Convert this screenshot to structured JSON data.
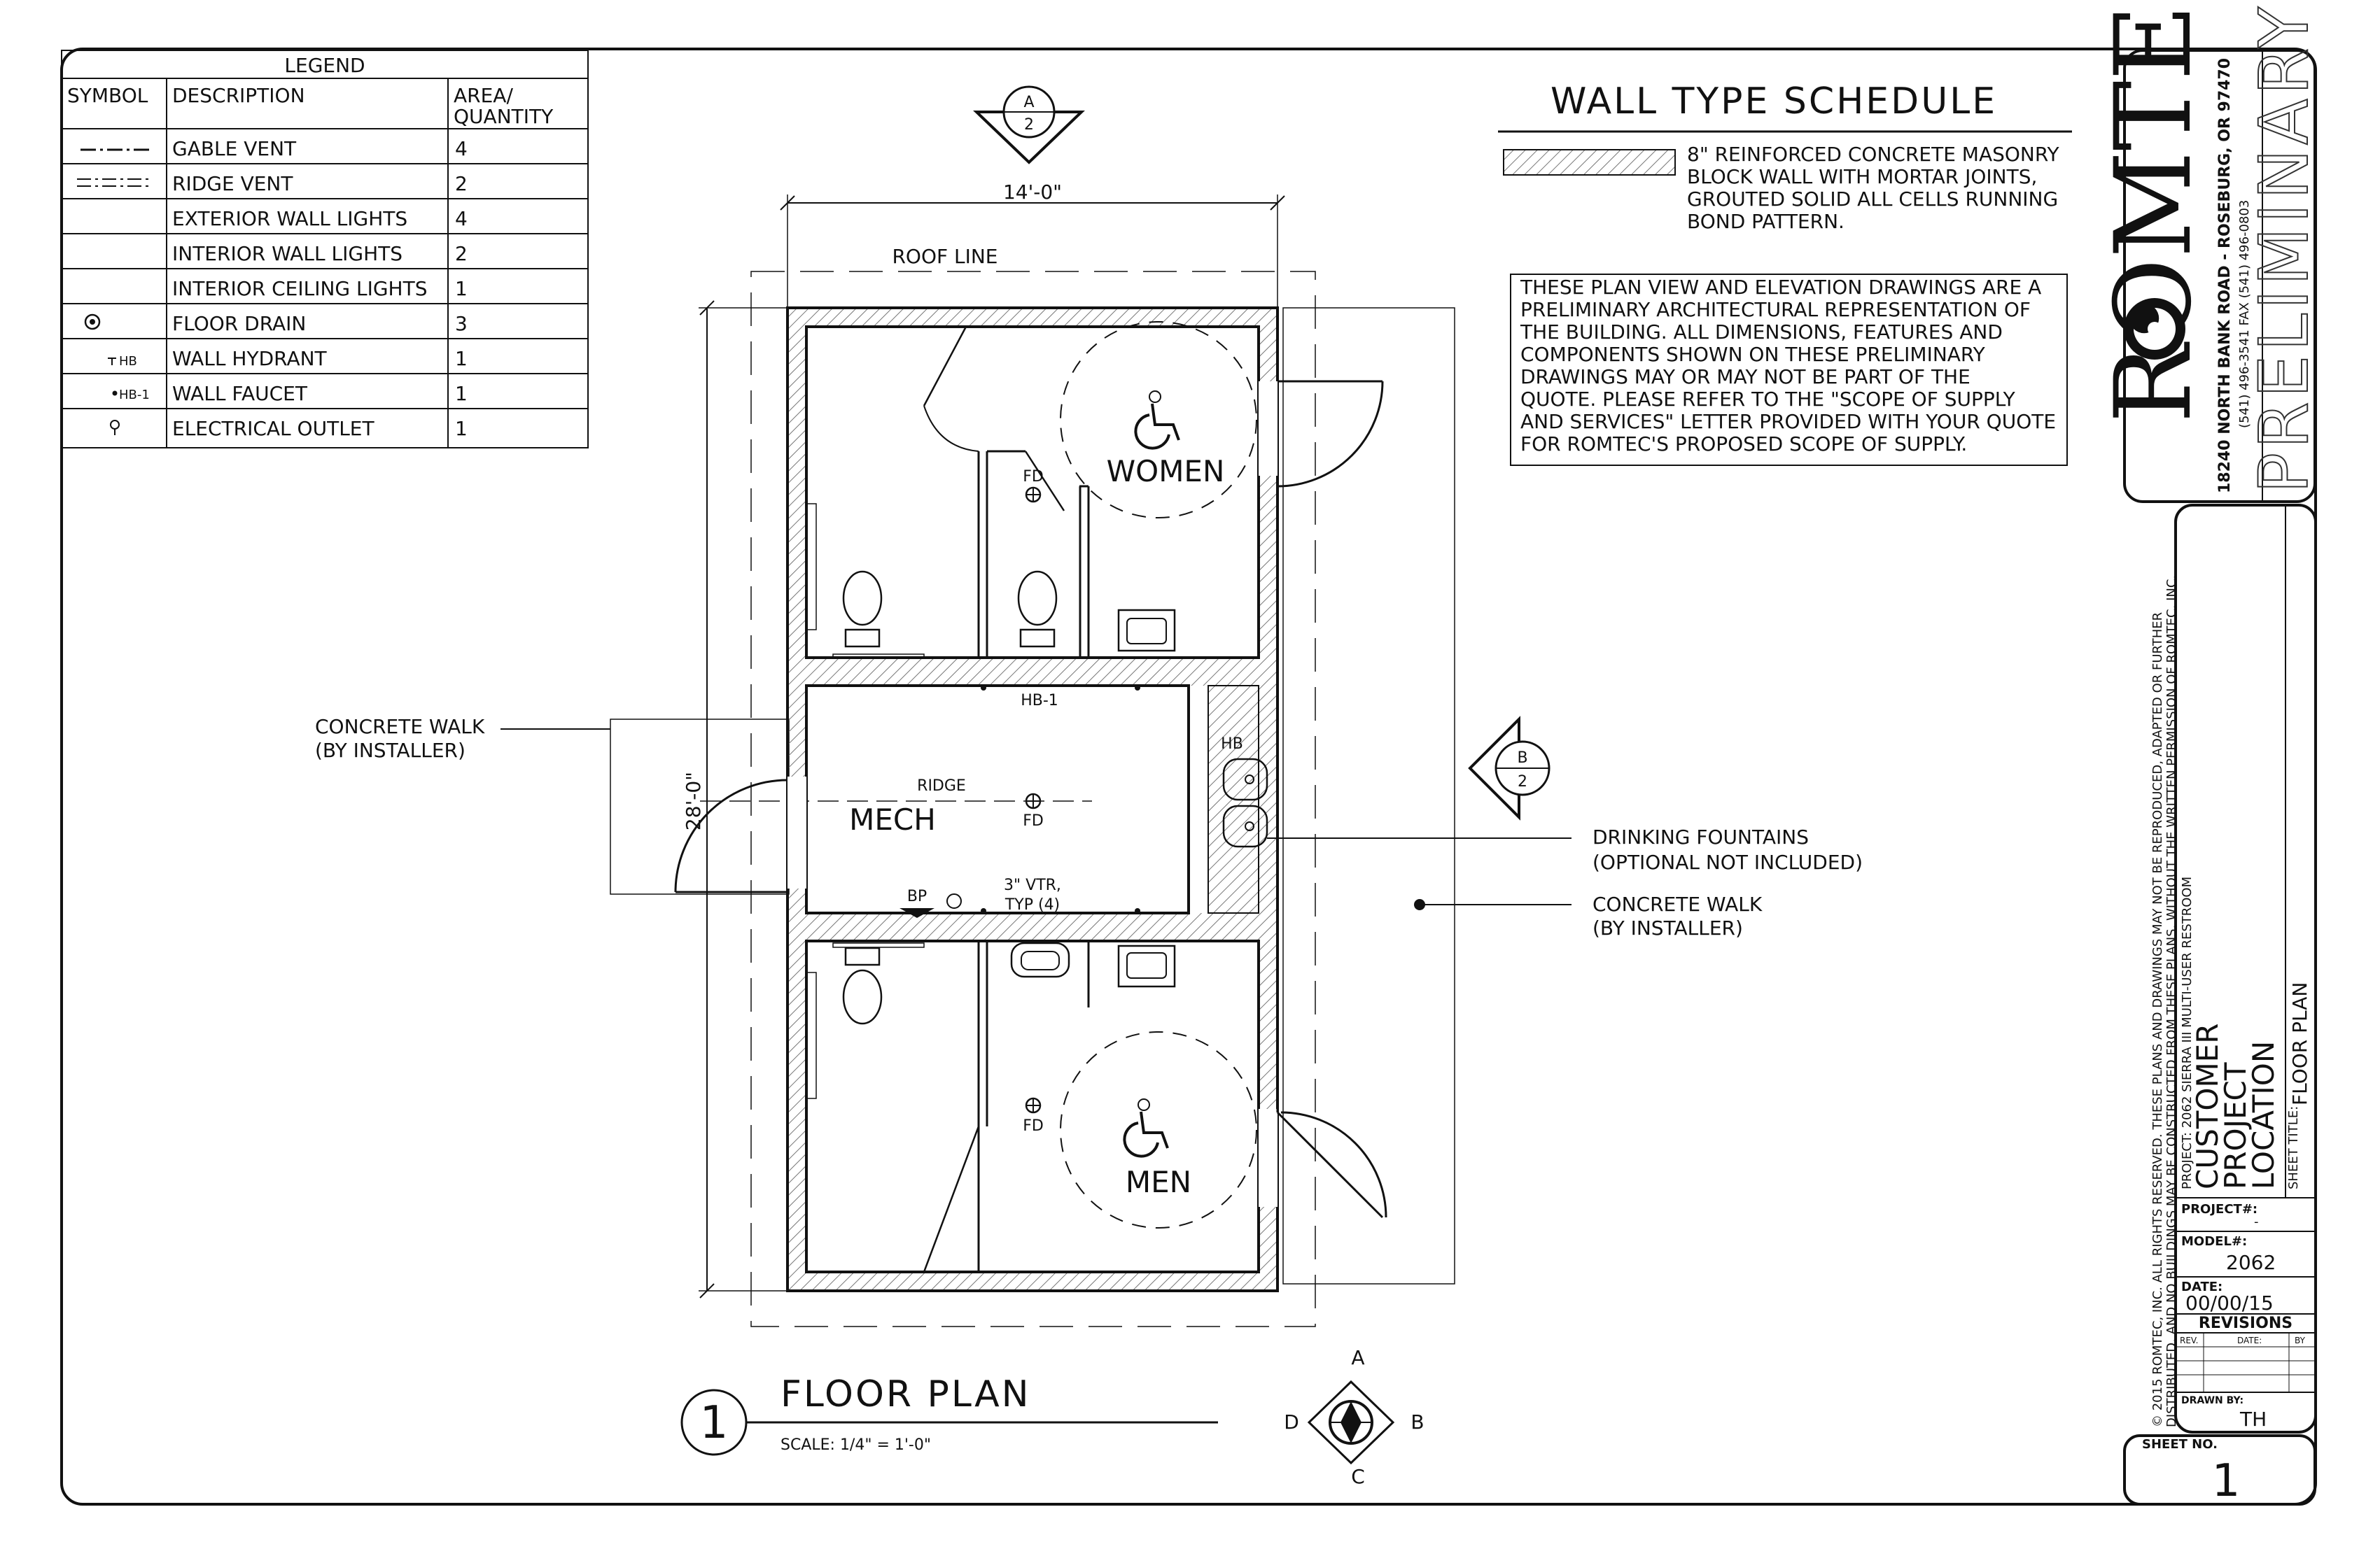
{
  "legend": {
    "title": "LEGEND",
    "headers": [
      "SYMBOL",
      "DESCRIPTION",
      "AREA/",
      "QUANTITY"
    ],
    "rows": [
      {
        "symbol": "gable-vent-line",
        "description": "GABLE VENT",
        "qty": "4"
      },
      {
        "symbol": "ridge-vent-line",
        "description": "RIDGE VENT",
        "qty": "2"
      },
      {
        "symbol": "",
        "description": "EXTERIOR WALL LIGHTS",
        "qty": "4"
      },
      {
        "symbol": "",
        "description": "INTERIOR WALL LIGHTS",
        "qty": "2"
      },
      {
        "symbol": "",
        "description": "INTERIOR CEILING LIGHTS",
        "qty": "1"
      },
      {
        "symbol": "floor-drain-icon",
        "description": "FLOOR DRAIN",
        "qty": "3"
      },
      {
        "symbol": "wall-hydrant-icon",
        "symbol_text": "HB",
        "description": "WALL HYDRANT",
        "qty": "1"
      },
      {
        "symbol": "wall-faucet-icon",
        "symbol_text": "HB-1",
        "description": "WALL FAUCET",
        "qty": "1"
      },
      {
        "symbol": "electrical-outlet-icon",
        "description": "ELECTRICAL OUTLET",
        "qty": "1"
      }
    ]
  },
  "wall_schedule": {
    "title": "WALL TYPE SCHEDULE",
    "lines": [
      "8\" REINFORCED CONCRETE MASONRY",
      "BLOCK WALL WITH MORTAR JOINTS,",
      "GROUTED SOLID ALL CELLS RUNNING",
      "BOND PATTERN."
    ]
  },
  "disclaimer": [
    "THESE PLAN VIEW AND ELEVATION DRAWINGS ARE A",
    "PRELIMINARY ARCHITECTURAL REPRESENTATION OF",
    "THE BUILDING. ALL DIMENSIONS, FEATURES AND",
    "COMPONENTS SHOWN ON THESE PRELIMINARY",
    "DRAWINGS MAY OR MAY NOT BE PART OF THE",
    "QUOTE. PLEASE REFER TO THE \"SCOPE OF SUPPLY",
    "AND SERVICES\" LETTER PROVIDED WITH YOUR QUOTE",
    "FOR ROMTEC'S PROPOSED SCOPE OF SUPPLY."
  ],
  "plan": {
    "width_dim": "14'-0\"",
    "height_dim": "28'-0\"",
    "roof_line": "ROOF LINE",
    "rooms": {
      "women": "WOMEN",
      "mech": "MECH",
      "men": "MEN"
    },
    "fd": "FD",
    "ridge": "RIDGE",
    "hb1": "HB-1",
    "hb": "HB",
    "bp": "BP",
    "vtr": [
      "3\" VTR,",
      "TYP (4)"
    ],
    "concrete_walk_left": [
      "CONCRETE WALK",
      "(BY INSTALLER)"
    ],
    "drinking_fountains": [
      "DRINKING FOUNTAINS",
      "(OPTIONAL NOT INCLUDED)"
    ],
    "concrete_walk_right": [
      "CONCRETE WALK",
      "(BY INSTALLER)"
    ],
    "section_a": {
      "letter": "A",
      "sheet": "2"
    },
    "section_b": {
      "letter": "B",
      "sheet": "2"
    }
  },
  "drawing_title": {
    "number": "1",
    "title": "FLOOR PLAN",
    "scale": "SCALE: 1/4\" = 1'-0\""
  },
  "compass": {
    "n": "A",
    "e": "B",
    "s": "C",
    "w": "D"
  },
  "title_block": {
    "company": "ROMTEC",
    "address": "18240 NORTH BANK ROAD - ROSEBURG, OR 97470",
    "phone": "(541) 496-3541    FAX (541) 496-0803",
    "stamp": "PRELIMINARY",
    "copyright_lines": [
      "© 2015 ROMTEC, INC.  ALL RIGHTS RESERVED.  THESE PLANS AND DRAWINGS MAY NOT BE REPRODUCED, ADAPTED OR FURTHER",
      "DISTRIBUTED, AND NO BUILDINGS MAY BE CONSTRUCTED FROM THESE PLANS, WITHOUT THE WRITTEN PERMISSION OF ROMTEC, INC.",
      "PROJECT: 2062 SIERRA III MULTI-USER RESTROOM"
    ],
    "customer": [
      "CUSTOMER",
      "PROJECT",
      "LOCATION"
    ],
    "sheet_title_label": "SHEET TITLE:",
    "sheet_title": "FLOOR PLAN",
    "project_label": "PROJECT#:",
    "project_value": "-",
    "model_label": "MODEL#:",
    "model_value": "2062",
    "date_label": "DATE:",
    "date_value": "00/00/15",
    "revisions": "REVISIONS",
    "rev_cols": [
      "REV.",
      "DATE:",
      "BY"
    ],
    "drawn_label": "DRAWN BY:",
    "drawn_value": "TH",
    "sheet_label": "SHEET NO.",
    "sheet_value": "1"
  }
}
